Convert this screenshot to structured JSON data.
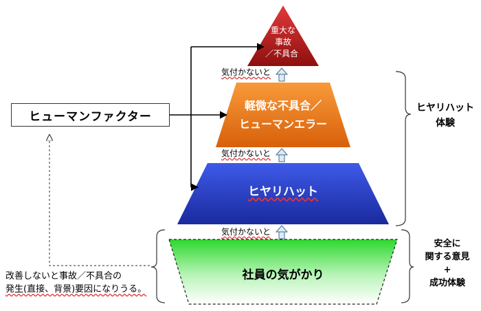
{
  "pyramid": {
    "top_lines": [
      "重大な",
      "事故",
      "／不具合"
    ],
    "middle_lines": [
      "軽微な不具合／",
      "ヒューマンエラー"
    ],
    "bottom": "ヒヤリハット",
    "base": "社員の気がかり"
  },
  "connector_labels": [
    "気付かないと",
    "気付かないと",
    "気付かないと"
  ],
  "human_factor": "ヒューマンファクター",
  "note_lines": [
    "改善しないと事故／不具合の",
    "発生(直接、背景)要因になりうる。"
  ],
  "right_labels": {
    "hiyari_lines": [
      "ヒヤリハット",
      "体験"
    ],
    "anzen_lines": [
      "安全に",
      "関する意見",
      "+",
      "成功体験"
    ]
  },
  "colors": {
    "top": "#b21a1a",
    "middle": "#f07a1a",
    "bottom": "#2a3fc9",
    "base": "#48e048"
  }
}
